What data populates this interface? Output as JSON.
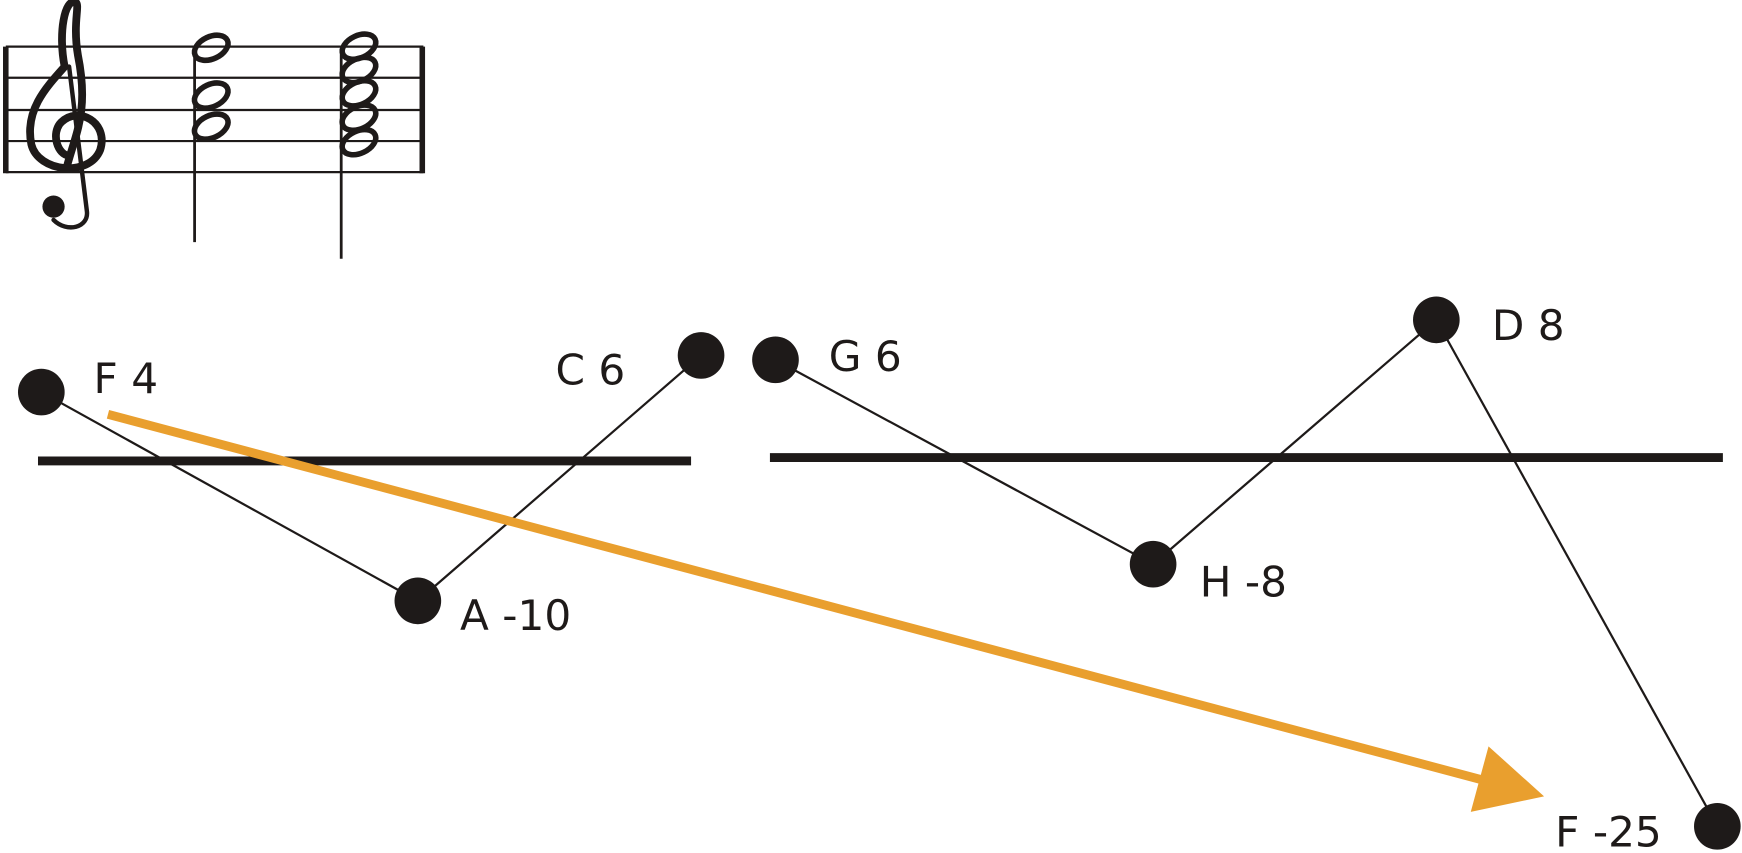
{
  "colors": {
    "ink": "#1e1a19",
    "arrow": "#e99f2e"
  },
  "staff": {
    "clef": "treble-clef-icon",
    "chords": 2
  },
  "points": [
    {
      "label": "F 4"
    },
    {
      "label": "A -10"
    },
    {
      "label": "C 6"
    },
    {
      "label": "G 6"
    },
    {
      "label": "H -8"
    },
    {
      "label": "D 8"
    },
    {
      "label": "F -25"
    }
  ]
}
